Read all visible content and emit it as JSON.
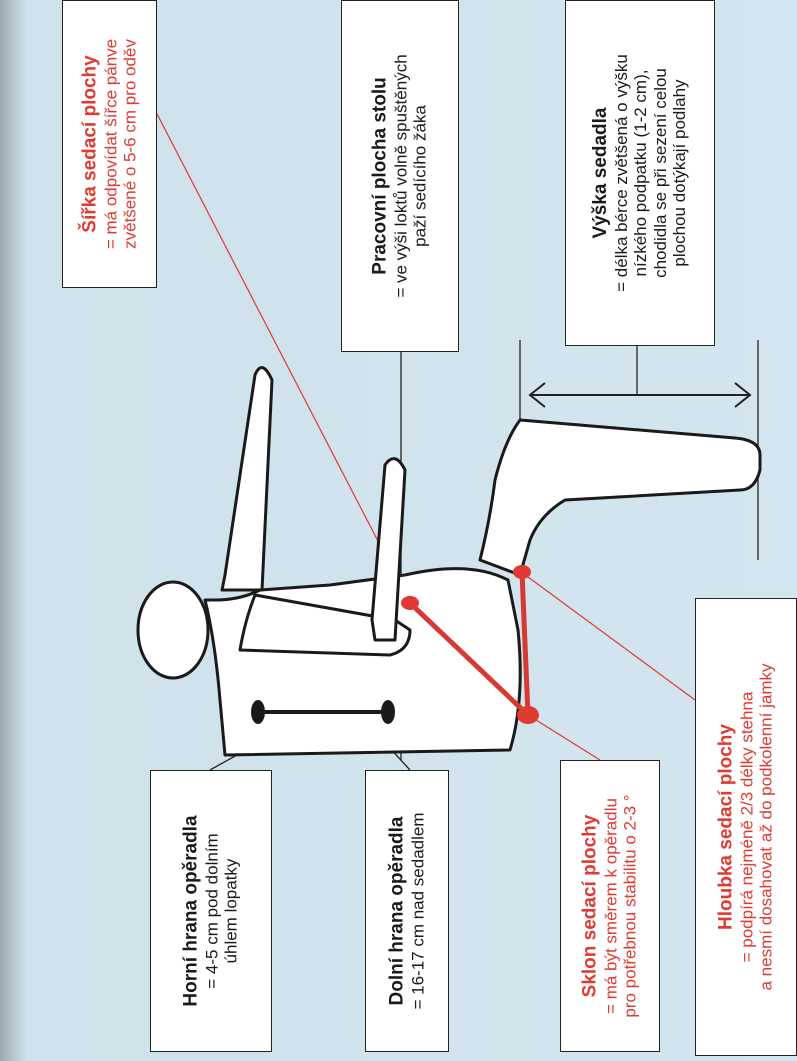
{
  "annotations": [
    {
      "id": "sirka",
      "title": "Šířka sedací plochy",
      "body": [
        "= má odpovídat šířce pánve",
        "zvětšené o 5-6 cm pro oděv"
      ],
      "color": "red"
    },
    {
      "id": "pracovni",
      "title": "Pracovní plocha stolu",
      "body": [
        "= ve výši loktů volně spuštěných",
        "paží sedícího žáka"
      ],
      "color": "black"
    },
    {
      "id": "vyska",
      "title": "Výška sedadla",
      "body": [
        "= délka bérce zvětšená o výšku",
        "nízkého podpatku (1-2 cm),",
        "chodidla se při sezení celou",
        "plochou dotýkají podlahy"
      ],
      "color": "black"
    },
    {
      "id": "horni",
      "title": "Horní hrana opěradla",
      "body": [
        "= 4-5 cm pod dolním",
        "úhlem lopatky"
      ],
      "color": "black"
    },
    {
      "id": "dolni",
      "title": "Dolní hrana opěradla",
      "body": [
        "= 16-17 cm nad sedadlem"
      ],
      "color": "black"
    },
    {
      "id": "sklon",
      "title": "Sklon sedací plochy",
      "body": [
        "= má být směrem k opěradlu",
        "pro potřebnou stabilitu o 2-3 °"
      ],
      "color": "red"
    },
    {
      "id": "hloubka",
      "title": "Hloubka sedací plochy",
      "body": [
        "= podpírá nejméně 2/3 délky stehna",
        "a nesmí dosahovat až do podkolenní jamky"
      ],
      "color": "red"
    }
  ]
}
